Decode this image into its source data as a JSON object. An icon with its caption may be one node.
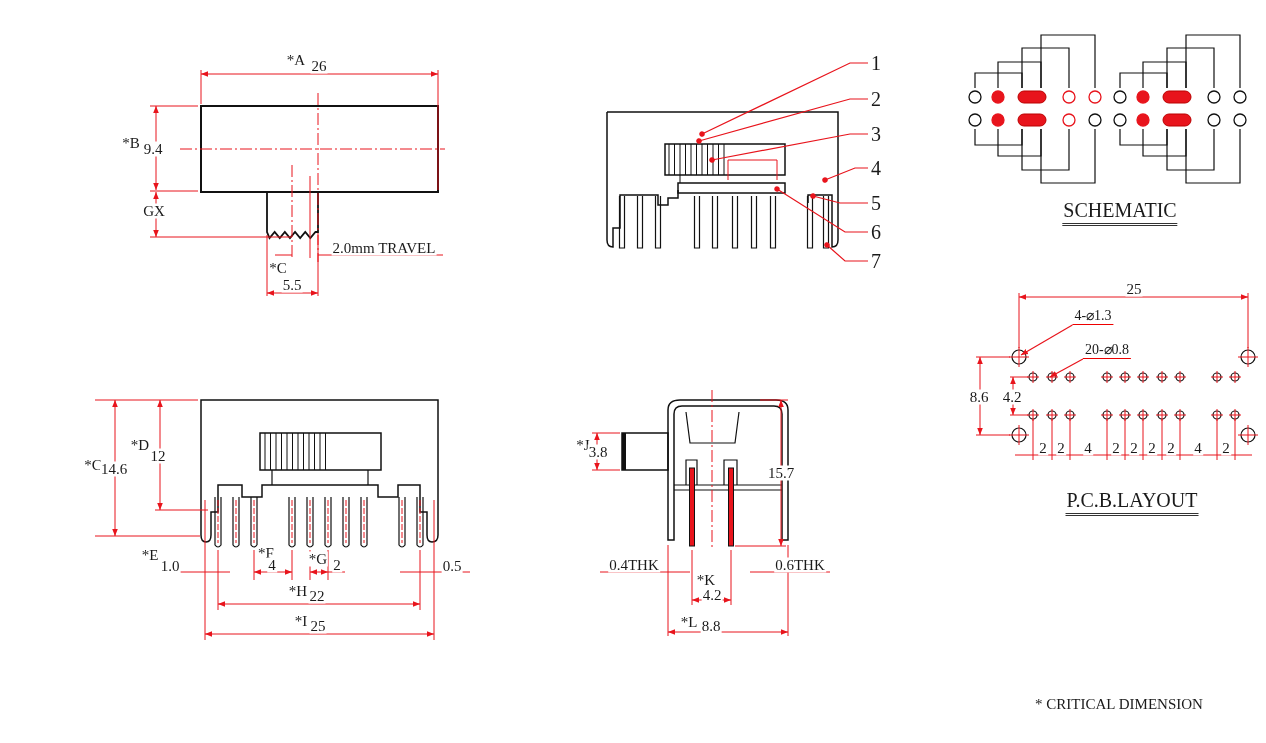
{
  "diagram": {
    "nodes": [
      {
        "text": [
          "1"
        ]
      },
      {
        "text": [
          "2"
        ]
      },
      {
        "text": [
          "3"
        ]
      },
      {
        "text": [
          "4"
        ]
      },
      {
        "text": [
          "5"
        ]
      },
      {
        "text": [
          "6"
        ]
      },
      {
        "text": [
          "7"
        ]
      },
      {
        "text": [
          "4-⌀1.3"
        ]
      },
      {
        "text": [
          "20-⌀0.8"
        ]
      }
    ],
    "edges": [
      {
        "from": 0,
        "to": null,
        "arrow": "other"
      },
      {
        "from": 1,
        "to": null,
        "arrow": "other"
      },
      {
        "from": 2,
        "to": null,
        "arrow": "other"
      },
      {
        "from": 3,
        "to": null,
        "arrow": "other"
      },
      {
        "from": 4,
        "to": null,
        "arrow": "other"
      },
      {
        "from": 5,
        "to": null,
        "arrow": "other"
      },
      {
        "from": 6,
        "to": null,
        "arrow": "other"
      },
      {
        "from": 7,
        "to": null,
        "arrow": "to"
      },
      {
        "from": 8,
        "to": null,
        "arrow": "to"
      }
    ],
    "labels": [
      "*A",
      "26",
      "*B",
      "9.4",
      "GX",
      "2.0mm TRAVEL",
      "*C",
      "5.5",
      "SCHEMATIC",
      "25",
      "8.6",
      "4.2",
      "2",
      "2",
      "4",
      "2",
      "2",
      "2",
      "2",
      "4",
      "2",
      "P.C.B.LAYOUT",
      "*C",
      "14.6",
      "*D",
      "12",
      "*J",
      "3.8",
      "15.7",
      "*E",
      "1.0",
      "*F",
      "4",
      "*G",
      "2",
      "0.5",
      "0.4THK",
      "*K",
      "0.6THK",
      "4.2",
      "*H",
      "22",
      "*L",
      "8.8",
      "*I",
      "25",
      "* CRITICAL  DIMENSION"
    ]
  }
}
